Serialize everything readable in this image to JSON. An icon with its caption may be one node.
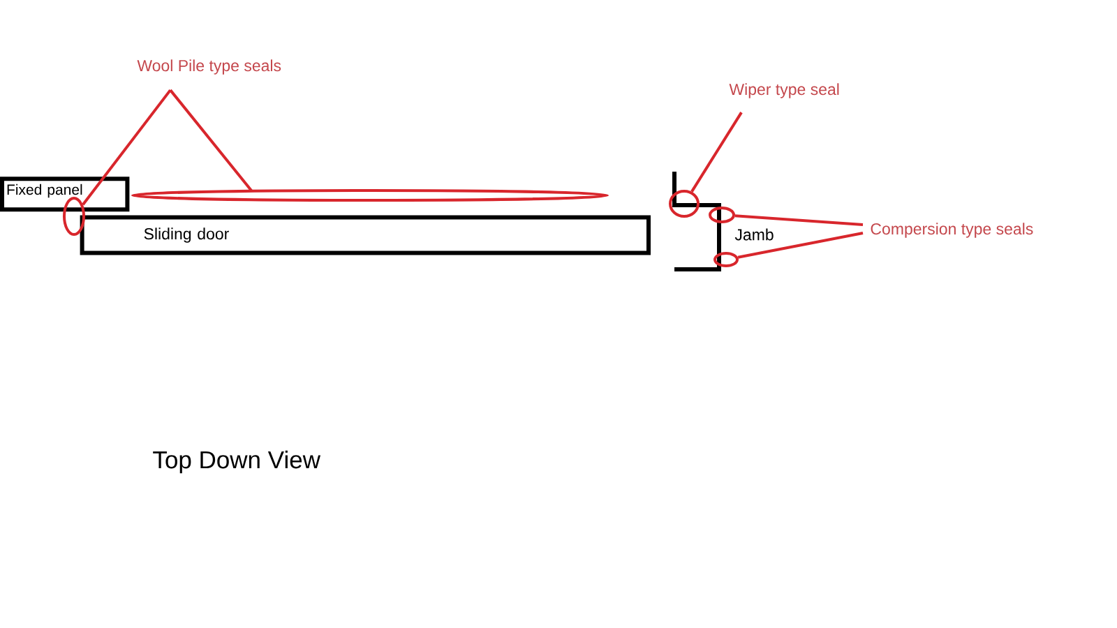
{
  "diagram": {
    "caption": "Top Down View",
    "nodes": [
      {
        "text": [
          "Wool Pile type seals"
        ]
      },
      {
        "text": [
          "Fixed panel"
        ]
      },
      {
        "text": [
          "Sliding door"
        ]
      },
      {
        "text": [],
        "shape": "ellipse"
      },
      {
        "text": [],
        "shape": "ellipse"
      },
      {
        "text": [
          "Wiper type seal"
        ]
      },
      {
        "text": [],
        "shape": "ellipse"
      },
      {
        "text": [
          "Compersion type seals"
        ]
      },
      {
        "text": [],
        "shape": "ellipse"
      },
      {
        "text": [],
        "shape": "ellipse"
      }
    ],
    "edges": [
      {
        "from": 0,
        "to": 3,
        "arrow": "none"
      },
      {
        "from": 0,
        "to": 4,
        "arrow": "none"
      },
      {
        "from": 5,
        "to": 6,
        "arrow": "none"
      },
      {
        "from": 7,
        "to": 8,
        "arrow": "none"
      },
      {
        "from": 7,
        "to": 9,
        "arrow": "none"
      }
    ],
    "labels": [
      "Jamb"
    ]
  }
}
